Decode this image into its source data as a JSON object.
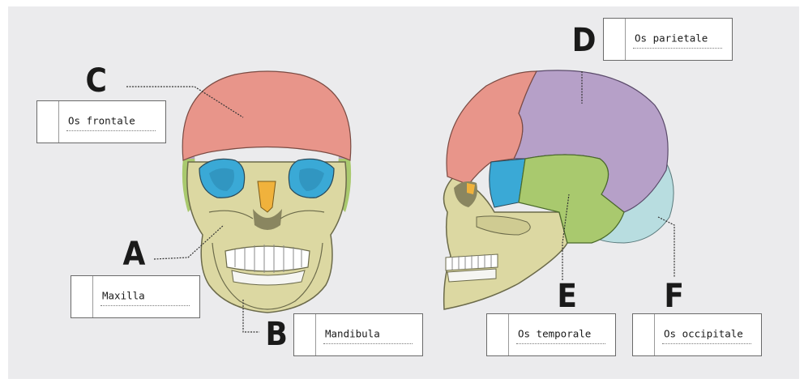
{
  "letters": {
    "a": "A",
    "b": "B",
    "c": "C",
    "d": "D",
    "e": "E",
    "f": "F"
  },
  "labels": {
    "frontal": "Os frontale",
    "maxilla": "Maxilla",
    "mandibula": "Mandibula",
    "parietal": "Os parietale",
    "temporal": "Os temporale",
    "occipital": "Os occipitale"
  },
  "colors": {
    "frontal": "#e8958a",
    "parietal": "#b6a0c8",
    "temporal": "#a9c96e",
    "occipital": "#b8dde0",
    "sphenoid": "#3aa9d6",
    "nasal": "#f0b23c",
    "bone": "#dcd8a2"
  }
}
